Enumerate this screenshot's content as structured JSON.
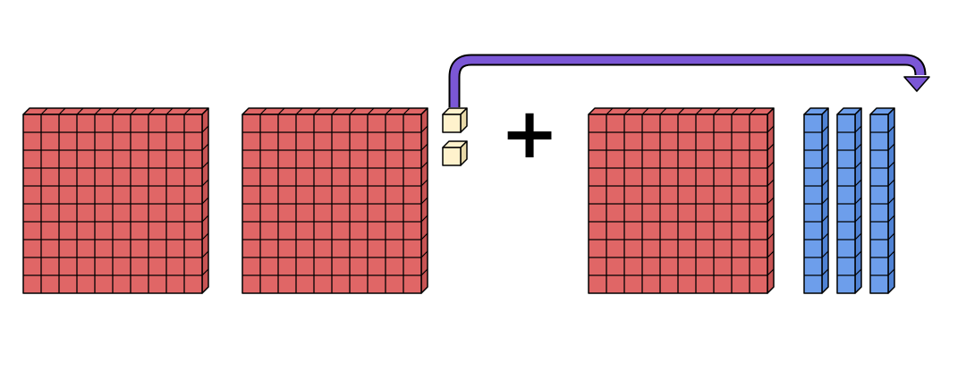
{
  "diagram": {
    "operator": "+",
    "left_group": {
      "hundreds": 2,
      "tens": 0,
      "ones": 2
    },
    "right_group": {
      "hundreds": 1,
      "tens": 3,
      "ones": 0
    },
    "arrow": {
      "from": "left_group.ones",
      "to": "right_group",
      "color": "#7b57d6"
    }
  },
  "colors": {
    "hundred_face": "#e06666",
    "hundred_side": "#c85454",
    "ten_face": "#6d9eeb",
    "ten_side": "#4f82d4",
    "one_face": "#fff2cc",
    "one_side": "#e8d9a8",
    "outline": "#000000",
    "arrow": "#7b57d6"
  }
}
